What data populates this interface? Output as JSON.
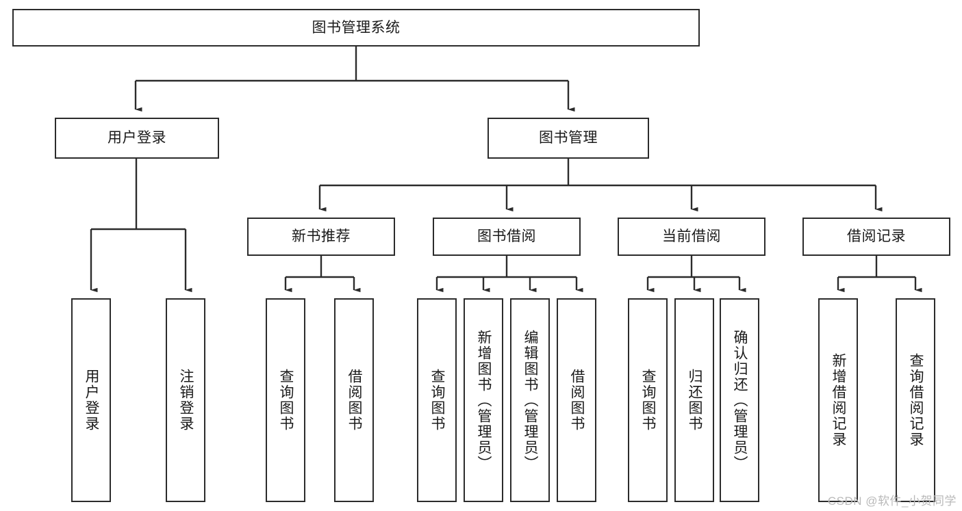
{
  "diagram": {
    "title": "图书管理系统",
    "colors": {
      "stroke": "#2b2b2b",
      "fill": "#ffffff",
      "text": "#1a1a1a",
      "watermark": "#b9b9b9"
    },
    "root": {
      "label": "图书管理系统"
    },
    "level2": [
      {
        "label": "用户登录"
      },
      {
        "label": "图书管理"
      }
    ],
    "level3": [
      {
        "label": "新书推荐"
      },
      {
        "label": "图书借阅"
      },
      {
        "label": "当前借阅"
      },
      {
        "label": "借阅记录"
      }
    ],
    "leaves": {
      "user_login": [
        {
          "label": "用户登录"
        },
        {
          "label": "注销登录"
        }
      ],
      "new_book": [
        {
          "label": "查询图书"
        },
        {
          "label": "借阅图书"
        }
      ],
      "book_borrow": [
        {
          "label": "查询图书"
        },
        {
          "label": "新增图书（管理员）"
        },
        {
          "label": "编辑图书（管理员）"
        },
        {
          "label": "借阅图书"
        }
      ],
      "current_borrow": [
        {
          "label": "查询图书"
        },
        {
          "label": "归还图书"
        },
        {
          "label": "确认归还（管理员）"
        }
      ],
      "borrow_record": [
        {
          "label": "新增借阅记录"
        },
        {
          "label": "查询借阅记录"
        }
      ]
    }
  },
  "watermark": {
    "text": "CSDN @软件_小贺同学"
  }
}
